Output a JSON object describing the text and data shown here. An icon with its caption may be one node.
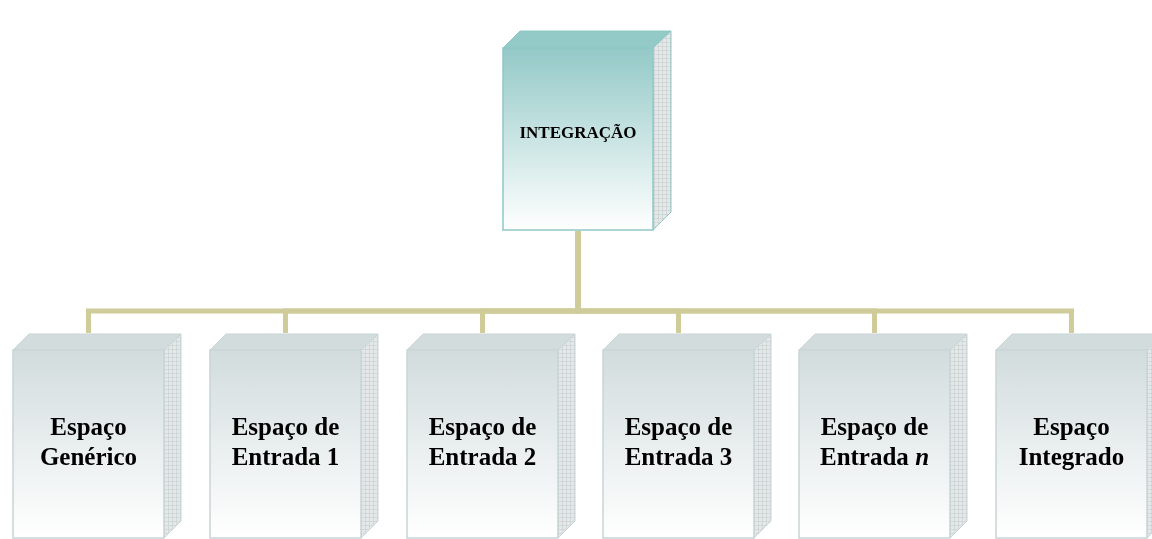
{
  "diagram": {
    "nodes": [
      {
        "text": [
          "INTEGRAÇÃO"
        ]
      },
      {
        "text": [
          "Espaço Genérico"
        ]
      },
      {
        "text": [
          "Espaço de Entrada 1"
        ]
      },
      {
        "text": [
          "Espaço de Entrada 2"
        ]
      },
      {
        "text": [
          "Espaço de Entrada 3"
        ]
      },
      {
        "text": [
          "Espaço de Entrada *n*"
        ]
      },
      {
        "text": [
          "Espaço Integrado"
        ]
      }
    ],
    "edges": [
      {
        "from": 0,
        "to": 1,
        "arrow": "none"
      },
      {
        "from": 0,
        "to": 2,
        "arrow": "none"
      },
      {
        "from": 0,
        "to": 3,
        "arrow": "none"
      },
      {
        "from": 0,
        "to": 4,
        "arrow": "none"
      },
      {
        "from": 0,
        "to": 5,
        "arrow": "none"
      },
      {
        "from": 0,
        "to": 6,
        "arrow": "none"
      }
    ]
  }
}
